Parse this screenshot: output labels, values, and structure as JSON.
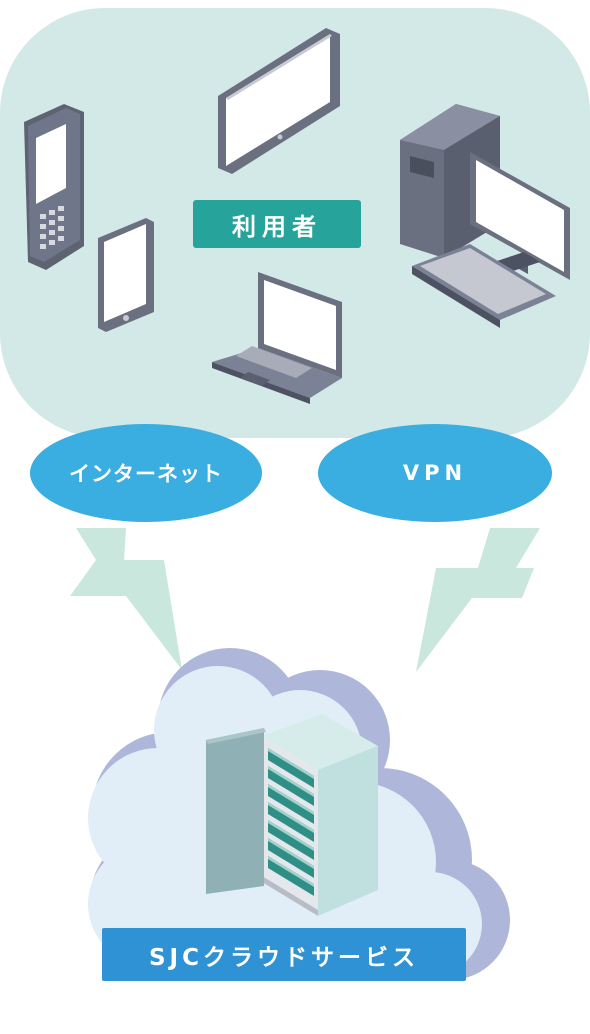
{
  "users": {
    "label": "利用者"
  },
  "connections": {
    "internet_label": "インターネット",
    "vpn_label": "VPN"
  },
  "service": {
    "label": "SJCクラウドサービス"
  },
  "colors": {
    "user_area": "#d3e9e8",
    "users_label_bg": "#26a39b",
    "connection_bubble": "#3aaee0",
    "lightning": "#c9e7dd",
    "cloud": "#e1eef8",
    "cloud_shadow": "#aeb6d9",
    "service_label_bg": "#2e92d4",
    "device_dark": "#5e6372",
    "server_rack": "#bfe0df"
  },
  "icons": [
    "handheld-scanner-icon",
    "tablet-icon",
    "smartphone-icon",
    "desktop-pc-icon",
    "laptop-icon",
    "lightning-icon",
    "cloud-icon",
    "server-rack-icon"
  ]
}
